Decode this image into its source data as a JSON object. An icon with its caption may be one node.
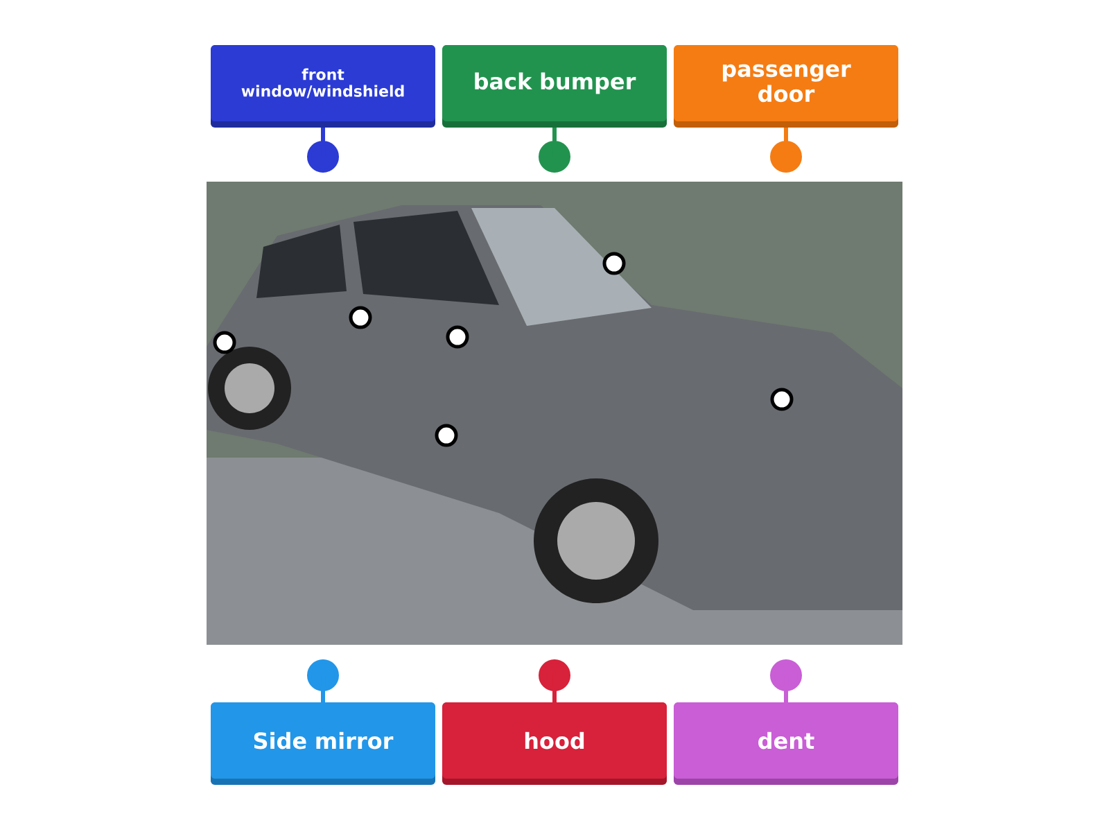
{
  "diagram": {
    "nodes": [
      {
        "text": [
          "front window/windshield"
        ]
      },
      {
        "text": [
          "back bumper"
        ]
      },
      {
        "text": [
          "passenger door"
        ]
      },
      {
        "text": [],
        "shape": "picture"
      },
      {
        "text": [],
        "shape": "circle",
        "in": 3
      },
      {
        "text": [],
        "shape": "circle",
        "in": 3
      },
      {
        "text": [],
        "shape": "circle",
        "in": 3
      },
      {
        "text": [],
        "shape": "circle",
        "in": 3
      },
      {
        "text": [],
        "shape": "circle",
        "in": 3
      },
      {
        "text": [],
        "shape": "circle",
        "in": 3
      },
      {
        "text": [
          "Side mirror"
        ]
      },
      {
        "text": [
          "hood"
        ]
      },
      {
        "text": [
          "dent"
        ]
      }
    ]
  }
}
